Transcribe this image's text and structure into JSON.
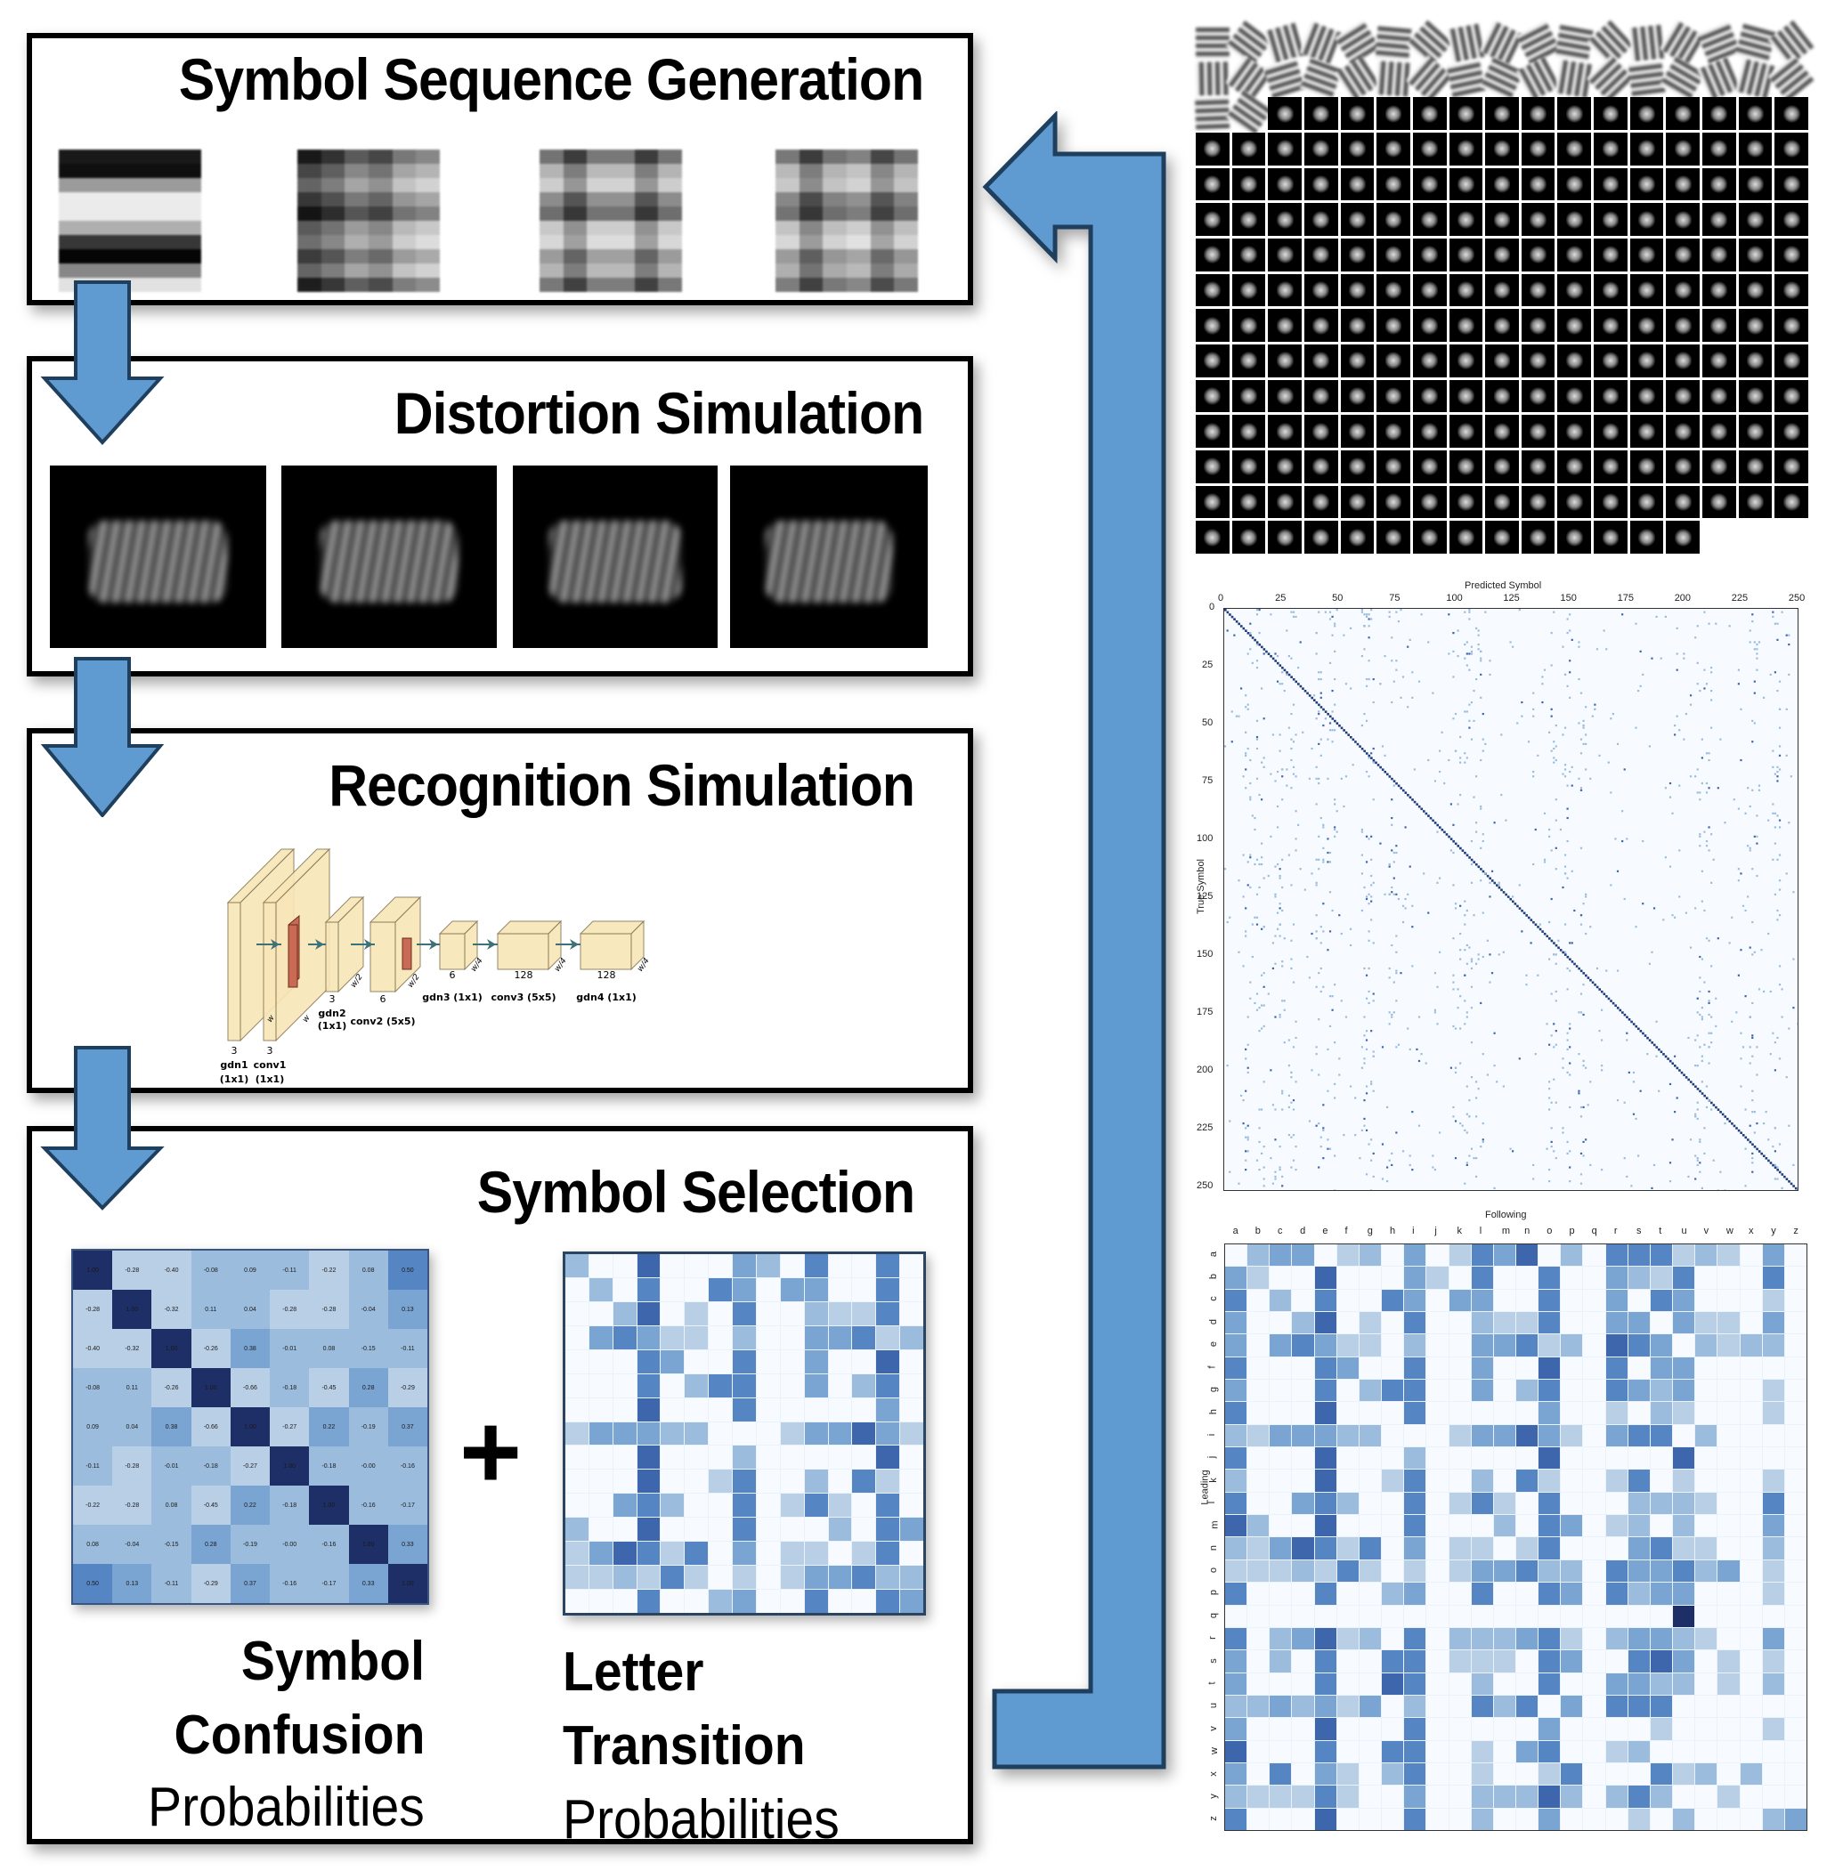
{
  "stages": [
    {
      "id": "generation",
      "title": "Symbol Sequence Generation"
    },
    {
      "id": "distortion",
      "title": "Distortion Simulation"
    },
    {
      "id": "recognition",
      "title": "Recognition Simulation"
    },
    {
      "id": "selection",
      "title": "Symbol Selection"
    }
  ],
  "network": {
    "layers": [
      {
        "name": "gdn1",
        "kernel": "(1x1)",
        "channels": "3",
        "size": "w"
      },
      {
        "name": "conv1",
        "kernel": "(1x1)",
        "channels": "3",
        "size": "w"
      },
      {
        "name": "gdn2",
        "kernel": "(1x1)",
        "channels": "3",
        "size": "w/2"
      },
      {
        "name": "conv2",
        "kernel": "(5x5)",
        "channels": "6",
        "size": "w/2"
      },
      {
        "name": "gdn3",
        "kernel": "(1x1)",
        "channels": "6",
        "size": "w/4"
      },
      {
        "name": "conv3",
        "kernel": "(5x5)",
        "channels": "128",
        "size": "w/4"
      },
      {
        "name": "gdn4",
        "kernel": "(1x1)",
        "channels": "128",
        "size": "w/4"
      }
    ],
    "colors": {
      "block": "#f8e6b8",
      "block_edge": "#8a7a55",
      "kernel": "#c96a55",
      "arrow": "#3e7078"
    }
  },
  "selection": {
    "plus": "+",
    "confusion_caption": {
      "line1": "Symbol",
      "line2": "Confusion",
      "line3": "Probabilities"
    },
    "transition_caption": {
      "line1": "Letter",
      "line2": "Transition",
      "line3": "Probabilities"
    },
    "confusion_matrix": [
      [
        "1.00",
        "-0.28",
        "-0.40",
        "-0.08",
        "0.09",
        "-0.11",
        "-0.22",
        "0.08",
        "0.50"
      ],
      [
        "-0.28",
        "1.00",
        "-0.32",
        "0.11",
        "0.04",
        "-0.28",
        "-0.28",
        "-0.04",
        "0.13"
      ],
      [
        "-0.40",
        "-0.32",
        "1.00",
        "-0.26",
        "0.38",
        "-0.01",
        "0.08",
        "-0.15",
        "-0.11"
      ],
      [
        "-0.08",
        "0.11",
        "-0.26",
        "1.00",
        "-0.66",
        "-0.18",
        "-0.45",
        "0.28",
        "-0.29"
      ],
      [
        "0.09",
        "0.04",
        "0.38",
        "-0.66",
        "1.00",
        "-0.27",
        "0.22",
        "-0.19",
        "0.37"
      ],
      [
        "-0.11",
        "-0.28",
        "-0.01",
        "-0.18",
        "-0.27",
        "1.00",
        "-0.18",
        "-0.00",
        "-0.16"
      ],
      [
        "-0.22",
        "-0.28",
        "0.08",
        "-0.45",
        "0.22",
        "-0.18",
        "1.00",
        "-0.16",
        "-0.17"
      ],
      [
        "0.08",
        "-0.04",
        "-0.15",
        "0.28",
        "-0.19",
        "-0.00",
        "-0.16",
        "1.00",
        "0.33"
      ],
      [
        "0.50",
        "0.13",
        "-0.11",
        "-0.29",
        "0.37",
        "-0.16",
        "-0.17",
        "0.33",
        "1.00"
      ]
    ]
  },
  "symbol_bank": {
    "count": 252,
    "columns": 17,
    "light_count": 36
  },
  "confusion_plot": {
    "xlabel": "Predicted Symbol",
    "ylabel": "True Symbol",
    "xticks": [
      "0",
      "25",
      "50",
      "75",
      "100",
      "125",
      "150",
      "175",
      "200",
      "225",
      "250"
    ],
    "yticks": [
      "0",
      "25",
      "50",
      "75",
      "100",
      "125",
      "150",
      "175",
      "200",
      "225",
      "250"
    ],
    "range": [
      0,
      252
    ]
  },
  "chart_data": {
    "type": "heatmap",
    "title": "",
    "xlabel": "Following",
    "ylabel": "Leading",
    "categories": [
      "a",
      "b",
      "c",
      "d",
      "e",
      "f",
      "g",
      "h",
      "i",
      "j",
      "k",
      "l",
      "m",
      "n",
      "o",
      "p",
      "q",
      "r",
      "s",
      "t",
      "u",
      "v",
      "w",
      "x",
      "y",
      "z"
    ],
    "scale": "relative intensity 0-5",
    "values": [
      [
        0,
        2,
        3,
        3,
        0,
        1,
        2,
        0,
        3,
        0,
        1,
        4,
        3,
        5,
        0,
        2,
        0,
        4,
        4,
        4,
        1,
        2,
        1,
        0,
        3,
        0
      ],
      [
        3,
        1,
        0,
        0,
        5,
        0,
        0,
        0,
        3,
        1,
        0,
        4,
        0,
        0,
        4,
        0,
        0,
        3,
        2,
        1,
        4,
        0,
        0,
        0,
        4,
        0
      ],
      [
        4,
        0,
        2,
        0,
        4,
        0,
        0,
        4,
        3,
        0,
        3,
        3,
        0,
        0,
        4,
        0,
        0,
        3,
        0,
        4,
        3,
        0,
        0,
        0,
        1,
        0
      ],
      [
        3,
        0,
        0,
        2,
        5,
        0,
        1,
        0,
        4,
        0,
        0,
        2,
        1,
        1,
        4,
        0,
        0,
        3,
        3,
        0,
        3,
        1,
        1,
        0,
        3,
        0
      ],
      [
        3,
        0,
        3,
        4,
        3,
        1,
        1,
        0,
        2,
        0,
        0,
        3,
        3,
        4,
        1,
        2,
        0,
        5,
        4,
        3,
        0,
        2,
        1,
        2,
        2,
        0
      ],
      [
        4,
        0,
        0,
        0,
        4,
        3,
        0,
        0,
        4,
        0,
        0,
        3,
        0,
        0,
        5,
        0,
        0,
        4,
        0,
        3,
        3,
        0,
        0,
        0,
        0,
        0
      ],
      [
        3,
        0,
        0,
        0,
        4,
        0,
        2,
        4,
        4,
        0,
        0,
        3,
        0,
        2,
        4,
        0,
        0,
        4,
        3,
        2,
        3,
        0,
        0,
        0,
        1,
        0
      ],
      [
        4,
        0,
        0,
        0,
        5,
        0,
        0,
        0,
        4,
        0,
        0,
        0,
        0,
        0,
        3,
        0,
        0,
        1,
        0,
        2,
        1,
        0,
        0,
        0,
        1,
        0
      ],
      [
        2,
        1,
        3,
        3,
        3,
        2,
        2,
        0,
        0,
        0,
        1,
        3,
        3,
        5,
        3,
        1,
        0,
        3,
        4,
        4,
        0,
        2,
        0,
        0,
        0,
        0
      ],
      [
        4,
        0,
        0,
        0,
        5,
        0,
        0,
        0,
        2,
        0,
        0,
        0,
        0,
        0,
        5,
        0,
        0,
        0,
        0,
        0,
        5,
        0,
        0,
        0,
        0,
        0
      ],
      [
        2,
        0,
        0,
        0,
        5,
        0,
        0,
        1,
        4,
        0,
        0,
        2,
        0,
        4,
        1,
        0,
        0,
        1,
        4,
        0,
        1,
        0,
        0,
        0,
        1,
        0
      ],
      [
        4,
        0,
        0,
        3,
        4,
        2,
        0,
        0,
        4,
        0,
        1,
        4,
        1,
        0,
        4,
        0,
        0,
        0,
        2,
        2,
        2,
        1,
        0,
        0,
        4,
        0
      ],
      [
        5,
        2,
        0,
        0,
        5,
        0,
        0,
        0,
        4,
        0,
        0,
        0,
        2,
        0,
        4,
        3,
        0,
        1,
        2,
        0,
        2,
        0,
        0,
        0,
        3,
        0
      ],
      [
        2,
        1,
        3,
        5,
        4,
        1,
        4,
        0,
        3,
        0,
        1,
        1,
        0,
        1,
        4,
        0,
        0,
        0,
        3,
        4,
        1,
        1,
        0,
        0,
        2,
        0
      ],
      [
        1,
        1,
        1,
        2,
        1,
        4,
        1,
        0,
        1,
        0,
        1,
        3,
        3,
        4,
        2,
        2,
        0,
        4,
        3,
        3,
        4,
        2,
        3,
        0,
        1,
        0
      ],
      [
        4,
        0,
        0,
        0,
        4,
        0,
        0,
        2,
        3,
        0,
        0,
        4,
        0,
        0,
        4,
        3,
        0,
        4,
        2,
        3,
        3,
        0,
        0,
        0,
        1,
        0
      ],
      [
        0,
        0,
        0,
        0,
        0,
        0,
        0,
        0,
        0,
        0,
        0,
        0,
        0,
        0,
        0,
        0,
        0,
        0,
        0,
        0,
        6,
        0,
        0,
        0,
        0,
        0
      ],
      [
        4,
        0,
        2,
        3,
        5,
        1,
        2,
        0,
        4,
        0,
        2,
        2,
        2,
        3,
        4,
        1,
        0,
        2,
        3,
        3,
        2,
        1,
        0,
        0,
        3,
        0
      ],
      [
        3,
        0,
        2,
        0,
        4,
        0,
        0,
        4,
        4,
        0,
        1,
        1,
        1,
        0,
        4,
        3,
        0,
        0,
        4,
        5,
        3,
        0,
        1,
        0,
        1,
        0
      ],
      [
        3,
        0,
        0,
        0,
        4,
        0,
        0,
        5,
        4,
        0,
        0,
        2,
        0,
        0,
        4,
        0,
        0,
        3,
        3,
        2,
        2,
        0,
        1,
        0,
        2,
        0
      ],
      [
        2,
        2,
        3,
        2,
        3,
        1,
        3,
        0,
        2,
        0,
        0,
        4,
        2,
        4,
        0,
        3,
        0,
        4,
        4,
        4,
        0,
        0,
        0,
        0,
        0,
        0
      ],
      [
        3,
        0,
        0,
        0,
        5,
        0,
        0,
        0,
        4,
        0,
        0,
        0,
        0,
        0,
        3,
        0,
        0,
        0,
        0,
        1,
        0,
        0,
        0,
        0,
        1,
        0
      ],
      [
        5,
        0,
        0,
        0,
        4,
        0,
        0,
        4,
        4,
        0,
        0,
        1,
        0,
        3,
        4,
        0,
        0,
        1,
        2,
        0,
        0,
        0,
        0,
        0,
        0,
        0
      ],
      [
        3,
        0,
        4,
        0,
        3,
        1,
        0,
        2,
        4,
        0,
        0,
        1,
        0,
        0,
        1,
        4,
        0,
        0,
        0,
        4,
        1,
        2,
        0,
        2,
        0,
        0
      ],
      [
        2,
        1,
        1,
        1,
        4,
        1,
        0,
        0,
        3,
        0,
        0,
        2,
        2,
        2,
        5,
        2,
        0,
        2,
        4,
        2,
        0,
        0,
        1,
        0,
        0,
        0
      ],
      [
        4,
        0,
        0,
        0,
        5,
        0,
        0,
        0,
        4,
        0,
        0,
        2,
        0,
        0,
        3,
        0,
        0,
        0,
        1,
        0,
        2,
        0,
        0,
        0,
        2,
        3
      ]
    ]
  },
  "mini_transition": [
    [
      2,
      0,
      0,
      5,
      0,
      0,
      0,
      3,
      2,
      0,
      4,
      0,
      0,
      4,
      0
    ],
    [
      0,
      2,
      0,
      4,
      0,
      0,
      4,
      3,
      0,
      3,
      3,
      0,
      0,
      4,
      0
    ],
    [
      0,
      0,
      2,
      5,
      0,
      1,
      0,
      4,
      0,
      0,
      2,
      1,
      1,
      4,
      0
    ],
    [
      0,
      3,
      4,
      3,
      1,
      1,
      0,
      2,
      0,
      0,
      3,
      3,
      4,
      1,
      2
    ],
    [
      0,
      0,
      0,
      4,
      3,
      0,
      0,
      4,
      0,
      0,
      3,
      0,
      0,
      5,
      0
    ],
    [
      0,
      0,
      0,
      4,
      0,
      2,
      4,
      4,
      0,
      0,
      3,
      0,
      2,
      4,
      0
    ],
    [
      0,
      0,
      0,
      5,
      0,
      0,
      0,
      4,
      0,
      0,
      0,
      0,
      0,
      3,
      0
    ],
    [
      1,
      3,
      3,
      3,
      2,
      2,
      0,
      0,
      0,
      1,
      3,
      3,
      5,
      3,
      1
    ],
    [
      0,
      0,
      0,
      5,
      0,
      0,
      0,
      2,
      0,
      0,
      0,
      0,
      0,
      5,
      0
    ],
    [
      0,
      0,
      0,
      5,
      0,
      0,
      1,
      4,
      0,
      0,
      2,
      0,
      4,
      1,
      0
    ],
    [
      0,
      0,
      3,
      4,
      2,
      0,
      0,
      4,
      0,
      1,
      4,
      1,
      0,
      4,
      0
    ],
    [
      2,
      0,
      0,
      5,
      0,
      0,
      0,
      4,
      0,
      0,
      0,
      2,
      0,
      4,
      3
    ],
    [
      1,
      3,
      5,
      4,
      1,
      4,
      0,
      3,
      0,
      1,
      1,
      0,
      1,
      4,
      0
    ],
    [
      1,
      1,
      2,
      1,
      4,
      1,
      0,
      1,
      0,
      1,
      3,
      3,
      4,
      2,
      2
    ],
    [
      0,
      0,
      0,
      4,
      0,
      0,
      2,
      3,
      0,
      0,
      4,
      0,
      0,
      4,
      3
    ]
  ],
  "palette": {
    "arrow_fill": "#5f9bd1",
    "arrow_edge": "#1f3f5e",
    "blues": [
      "#f7fbff",
      "#b9cfe6",
      "#9bbcdc",
      "#7aa5d2",
      "#5585c2",
      "#3e66ad",
      "#1e2e66"
    ]
  }
}
